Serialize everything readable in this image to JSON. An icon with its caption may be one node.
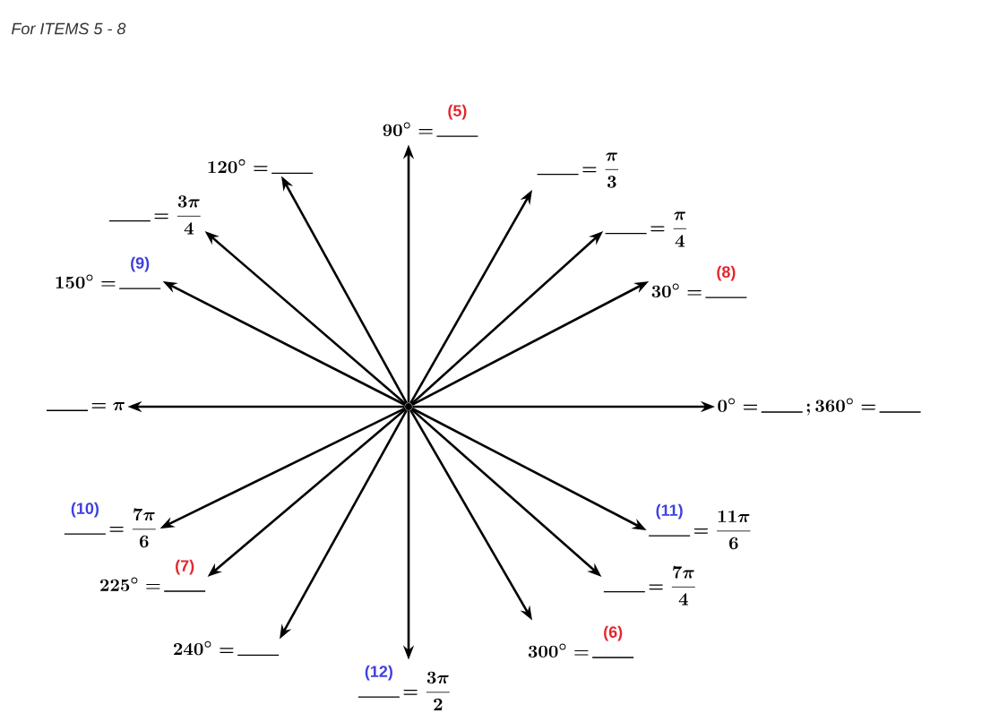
{
  "diagram": {
    "title": "For ITEMS 5 - 8",
    "nodes": [
      {
        "text": [],
        "shape": "circle"
      },
      {
        "text": [
          "90^\\circ =",
          "(5)"
        ]
      },
      {
        "text": [
          "120^\\circ ="
        ]
      },
      {
        "text": [
          "= \\frac{\\pi}{3}"
        ]
      },
      {
        "text": [
          "= \\frac{3\\pi}{4}"
        ]
      },
      {
        "text": [
          "= \\frac{\\pi}{4}"
        ]
      },
      {
        "text": [
          "150^\\circ =",
          "(9)"
        ]
      },
      {
        "text": [
          "30^\\circ =",
          "(8)"
        ]
      },
      {
        "text": [
          "= \\pi"
        ]
      },
      {
        "text": [
          "0^\\circ =",
          "; 360^\\circ ="
        ]
      },
      {
        "text": [
          "(10)",
          "= \\frac{7\\pi}{6}"
        ]
      },
      {
        "text": [
          "(11)",
          "= \\frac{11\\pi}{6}"
        ]
      },
      {
        "text": [
          "225^\\circ =",
          "(7)"
        ]
      },
      {
        "text": [
          "= \\frac{7\\pi}{4}"
        ]
      },
      {
        "text": [
          "240^\\circ ="
        ]
      },
      {
        "text": [
          "300^\\circ =",
          "(6)"
        ]
      },
      {
        "text": [
          "(12)",
          "= \\frac{3\\pi}{2}"
        ]
      }
    ],
    "edges": [
      {
        "from": 0,
        "to": 1,
        "arrow": "to"
      },
      {
        "from": 0,
        "to": 2,
        "arrow": "to"
      },
      {
        "from": 0,
        "to": 3,
        "arrow": "to"
      },
      {
        "from": 0,
        "to": 4,
        "arrow": "to"
      },
      {
        "from": 0,
        "to": 5,
        "arrow": "to"
      },
      {
        "from": 0,
        "to": 6,
        "arrow": "to"
      },
      {
        "from": 0,
        "to": 7,
        "arrow": "to"
      },
      {
        "from": 0,
        "to": 8,
        "arrow": "to"
      },
      {
        "from": 0,
        "to": 9,
        "arrow": "to"
      },
      {
        "from": 0,
        "to": 10,
        "arrow": "to"
      },
      {
        "from": 0,
        "to": 11,
        "arrow": "to"
      },
      {
        "from": 0,
        "to": 12,
        "arrow": "to"
      },
      {
        "from": 0,
        "to": 13,
        "arrow": "to"
      },
      {
        "from": 0,
        "to": 14,
        "arrow": "to"
      },
      {
        "from": 0,
        "to": 15,
        "arrow": "to"
      },
      {
        "from": 0,
        "to": 16,
        "arrow": "to"
      }
    ]
  }
}
